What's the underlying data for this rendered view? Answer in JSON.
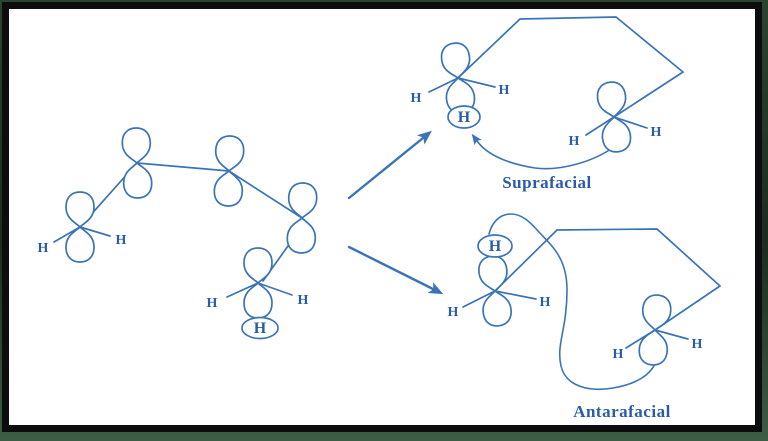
{
  "labels": {
    "suprafacial": "Suprafacial",
    "antarafacial": "Antarafacial",
    "hydrogen": "H"
  },
  "palette": {
    "line": "#3a74b6",
    "text": "#2b5ca8",
    "canvas": "#ffffff",
    "mat": "#233a28",
    "frame": "#0d0d0d"
  },
  "diagram": {
    "type": "sigmatropic-hydrogen-shift-scheme",
    "reactant_orbital_count": 5,
    "pathways": [
      {
        "name": "suprafacial",
        "label_key": "labels.suprafacial",
        "circled_h_position": "below-orbital"
      },
      {
        "name": "antarafacial",
        "label_key": "labels.antarafacial",
        "circled_h_position": "above-orbital"
      }
    ],
    "plain_h_labels": 12,
    "circled_h_labels": 3
  }
}
